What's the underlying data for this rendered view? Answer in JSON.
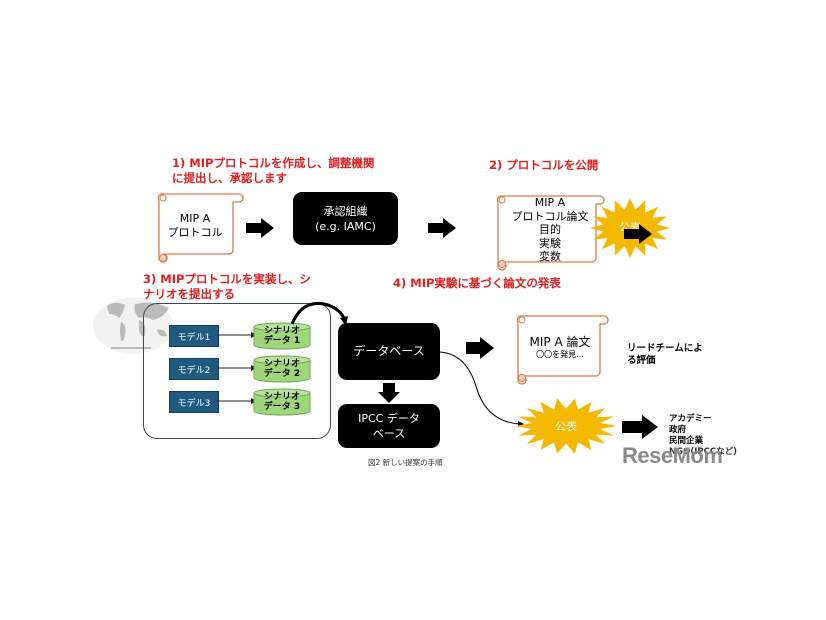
{
  "steps": {
    "step1": "1) MIPプロトコルを作成し、調整機関\nに提出し、承認します",
    "step1_line1": "1) MIPプロトコルを作成し、調整機関",
    "step1_line2": "に提出し、承認します",
    "step2": "2) プロトコルを公開",
    "step3_line1": "3) MIPプロトコルを実装し、シ",
    "step3_line2": "ナリオを提出する",
    "step4": "4) MIP実験に基づく論文の発表"
  },
  "protocol_scroll": {
    "line1": "MIP A",
    "line2": "プロトコル"
  },
  "approval_box": {
    "line1": "承認組織",
    "line2": "(e.g. IAMC)"
  },
  "protocol_paper_scroll": {
    "lines": [
      "MIP A",
      "プロトコル論文",
      "目的",
      "実験",
      "変数"
    ]
  },
  "publish_burst_1": "公表",
  "models": [
    {
      "label": "モデル1",
      "scenario_line1": "シナリオ",
      "scenario_line2": "データ 1"
    },
    {
      "label": "モデル2",
      "scenario_line1": "シナリオ",
      "scenario_line2": "データ 2"
    },
    {
      "label": "モデル3",
      "scenario_line1": "シナリオ",
      "scenario_line2": "データ 3"
    }
  ],
  "database_box": "データベース",
  "ipcc_box": {
    "line1": "IPCC データ",
    "line2": "ベース"
  },
  "paper_scroll": {
    "title": "MIP A 論文",
    "subtitle": "〇〇を発見..."
  },
  "lead_team": {
    "line1": "リードチームによ",
    "line2": "る評価"
  },
  "publish_burst_2": "公表",
  "audience": [
    "アカデミー",
    "政府",
    "民間企業",
    "NGO(IPCCなど)"
  ],
  "caption": "図2 新しい提案の手順",
  "watermark": "ReseMom",
  "colors": {
    "step_red": "#e02020",
    "scroll_orange": "#e07a45",
    "burst_yellow": "#f5b800",
    "model_blue": "#1f5a80",
    "cylinder_green": "#9fd67a"
  }
}
